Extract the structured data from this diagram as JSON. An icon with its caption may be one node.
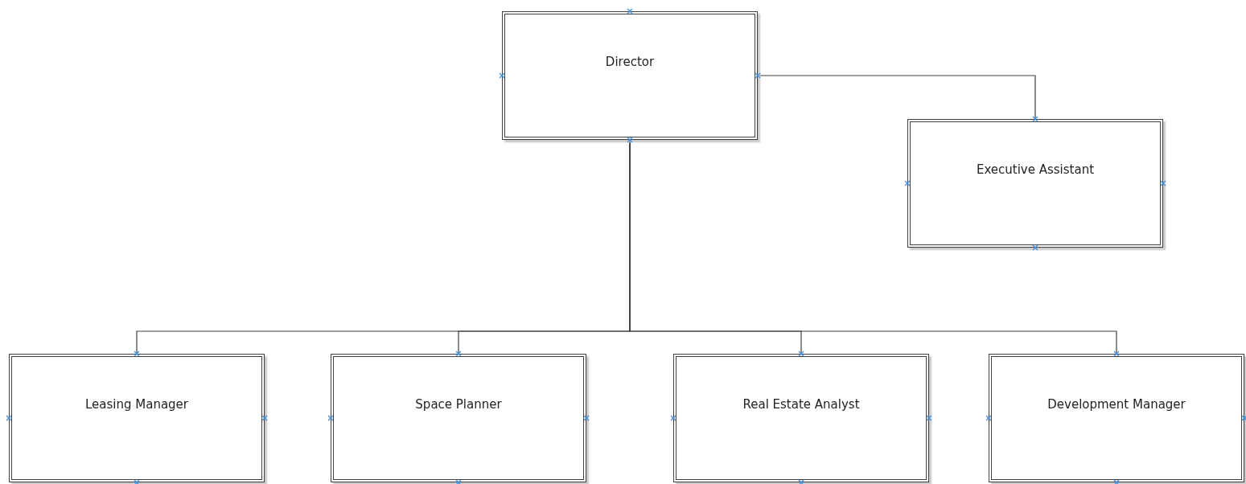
{
  "diagram": {
    "nodes": [
      {
        "text": [
          "Director"
        ]
      },
      {
        "text": [
          "Executive Assistant"
        ]
      },
      {
        "text": [
          "Leasing Manager"
        ]
      },
      {
        "text": [
          "Space Planner"
        ]
      },
      {
        "text": [
          "Real Estate Analyst"
        ]
      },
      {
        "text": [
          "Development Manager"
        ]
      }
    ],
    "edges": [
      {
        "from": 0,
        "to": 1,
        "arrow": "none"
      },
      {
        "from": 0,
        "to": 2,
        "arrow": "none"
      },
      {
        "from": 0,
        "to": 3,
        "arrow": "none"
      },
      {
        "from": 0,
        "to": 4,
        "arrow": "none"
      },
      {
        "from": 0,
        "to": 5,
        "arrow": "none"
      }
    ]
  }
}
